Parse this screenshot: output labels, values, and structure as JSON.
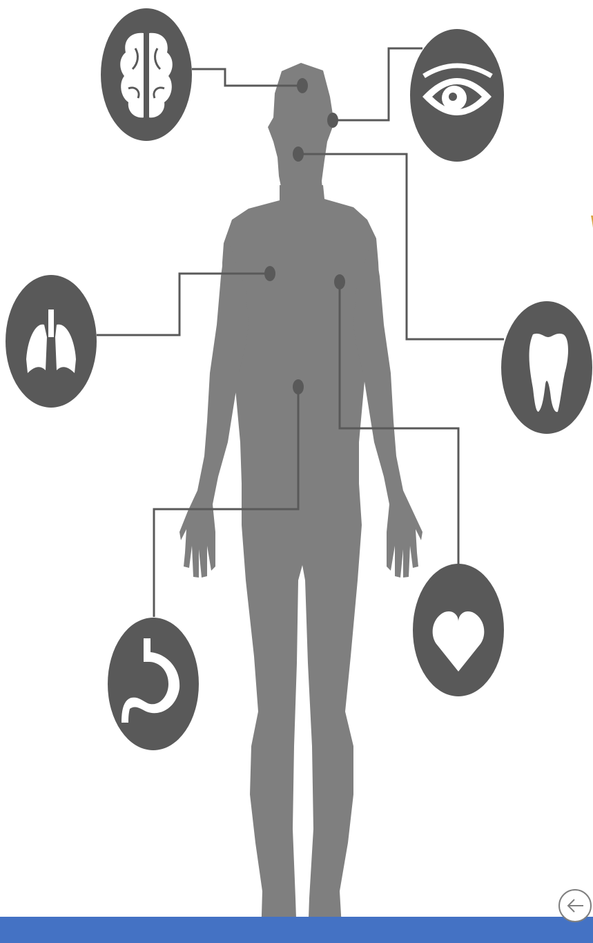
{
  "colors": {
    "silhouette": "#7f7f7f",
    "circle": "#595959",
    "connector": "#595959",
    "icon": "#ffffff",
    "bottom_bar": "#4472c4",
    "background": "#ffffff"
  },
  "organs": [
    {
      "id": "brain",
      "icon": "brain-icon"
    },
    {
      "id": "eye",
      "icon": "eye-icon"
    },
    {
      "id": "lungs",
      "icon": "lungs-icon"
    },
    {
      "id": "tooth",
      "icon": "tooth-icon"
    },
    {
      "id": "stomach",
      "icon": "stomach-icon"
    },
    {
      "id": "heart",
      "icon": "heart-icon"
    }
  ],
  "navigation": {
    "back_icon": "arrow-left-icon"
  }
}
